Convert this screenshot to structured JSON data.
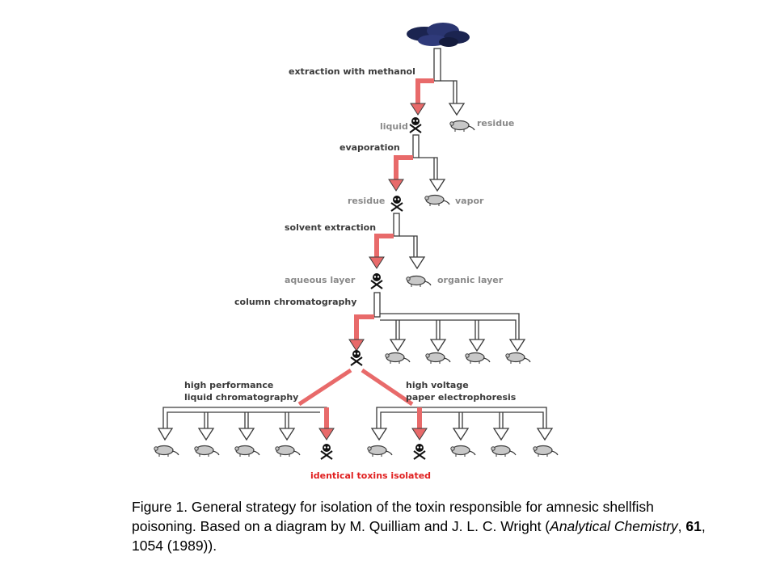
{
  "diagram": {
    "steps": {
      "extraction": "extraction with methanol",
      "evaporation": "evaporation",
      "solvent_extraction": "solvent extraction",
      "column_chromatography": "column chromatography",
      "hplc_line1": "high performance",
      "hplc_line2": "liquid chromatography",
      "hv_line1": "high voltage",
      "hv_line2": "paper electrophoresis"
    },
    "products": {
      "liquid": "liquid",
      "residue_1": "residue",
      "residue_2": "residue",
      "vapor": "vapor",
      "aqueous_layer": "aqueous layer",
      "organic_layer": "organic layer"
    },
    "result": "identical toxins isolated"
  },
  "colors": {
    "toxin_path": "#e86a6a",
    "waste_path": "#8a8a8a",
    "result_text": "#e02020",
    "mussels": "#1b2450"
  },
  "caption": {
    "figure_intro": "Figure 1. General strategy for isolation of the toxin responsible for amnesic shellfish poisoning. Based on a diagram by M. Quilliam and J. L. C. Wright (",
    "journal": "Analytical Chemistry",
    "sep1": ", ",
    "volume": "61",
    "pages_year": ", 1054 (1989))."
  }
}
